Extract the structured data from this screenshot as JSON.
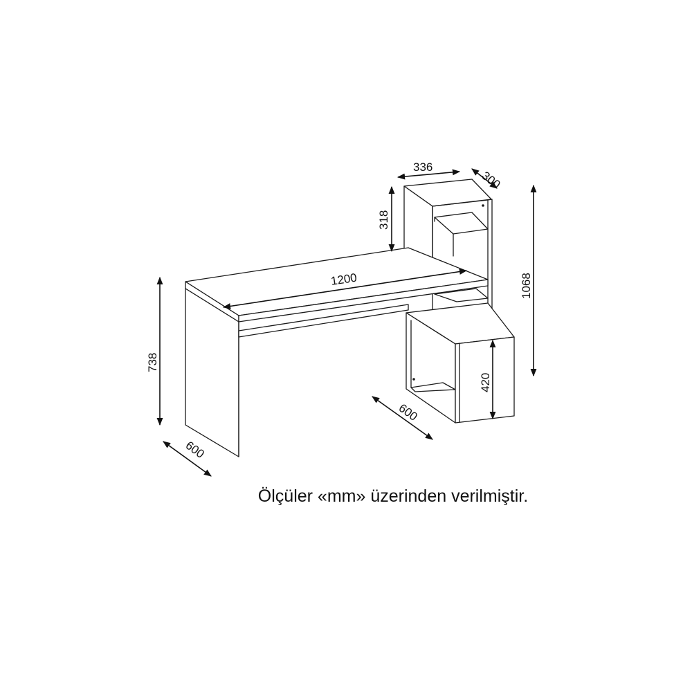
{
  "dimensions": {
    "desk_length": "1200",
    "desk_height": "738",
    "desk_depth_left": "600",
    "desk_depth_right": "600",
    "shelf_width": "336",
    "shelf_depth": "300",
    "shelf_top_height": "318",
    "total_height": "1068",
    "cabinet_height": "420"
  },
  "caption": "Ölçüler «mm» üzerinden verilmiştir.",
  "colors": {
    "ink": "#1a1a1a",
    "background": "#ffffff"
  }
}
